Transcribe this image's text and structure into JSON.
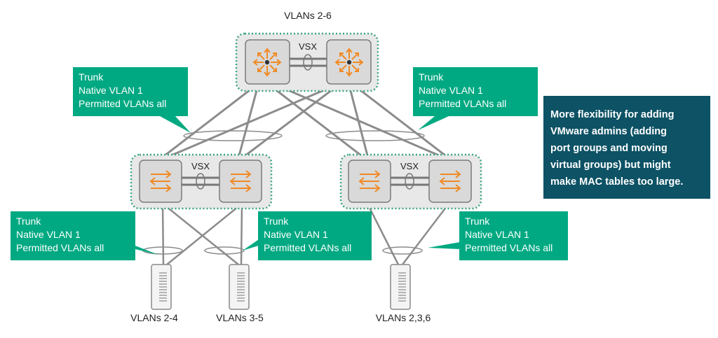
{
  "top_group": {
    "label": "VLANs 2-6",
    "vsx_label": "VSX"
  },
  "left_group": {
    "vsx_label": "VSX"
  },
  "right_group": {
    "vsx_label": "VSX"
  },
  "callouts": [
    {
      "id": "upper-left",
      "lines": [
        "Trunk",
        "Native VLAN 1",
        "Permitted VLANs all"
      ]
    },
    {
      "id": "upper-right",
      "lines": [
        "Trunk",
        "Native VLAN 1",
        "Permitted VLANs all"
      ]
    },
    {
      "id": "lower-left",
      "lines": [
        "Trunk",
        "Native VLAN 1",
        "Permitted VLANs all"
      ]
    },
    {
      "id": "lower-mid",
      "lines": [
        "Trunk",
        "Native VLAN 1",
        "Permitted VLANs all"
      ]
    },
    {
      "id": "lower-right",
      "lines": [
        "Trunk",
        "Native VLAN 1",
        "Permitted VLANs all"
      ]
    }
  ],
  "servers": [
    {
      "label": "VLANs 2-4"
    },
    {
      "label": "VLANs 3-5"
    },
    {
      "label": "VLANs 2,3,6"
    }
  ],
  "note": {
    "lines": [
      "More flexibility for adding",
      "VMware admins (adding",
      "port groups and moving",
      "virtual groups) but might",
      "make MAC tables too large."
    ]
  },
  "colors": {
    "callout": "#01a982",
    "note": "#0d5265",
    "arrow": "#f08a24",
    "link": "#888888",
    "group_border": "#3aa57c"
  }
}
